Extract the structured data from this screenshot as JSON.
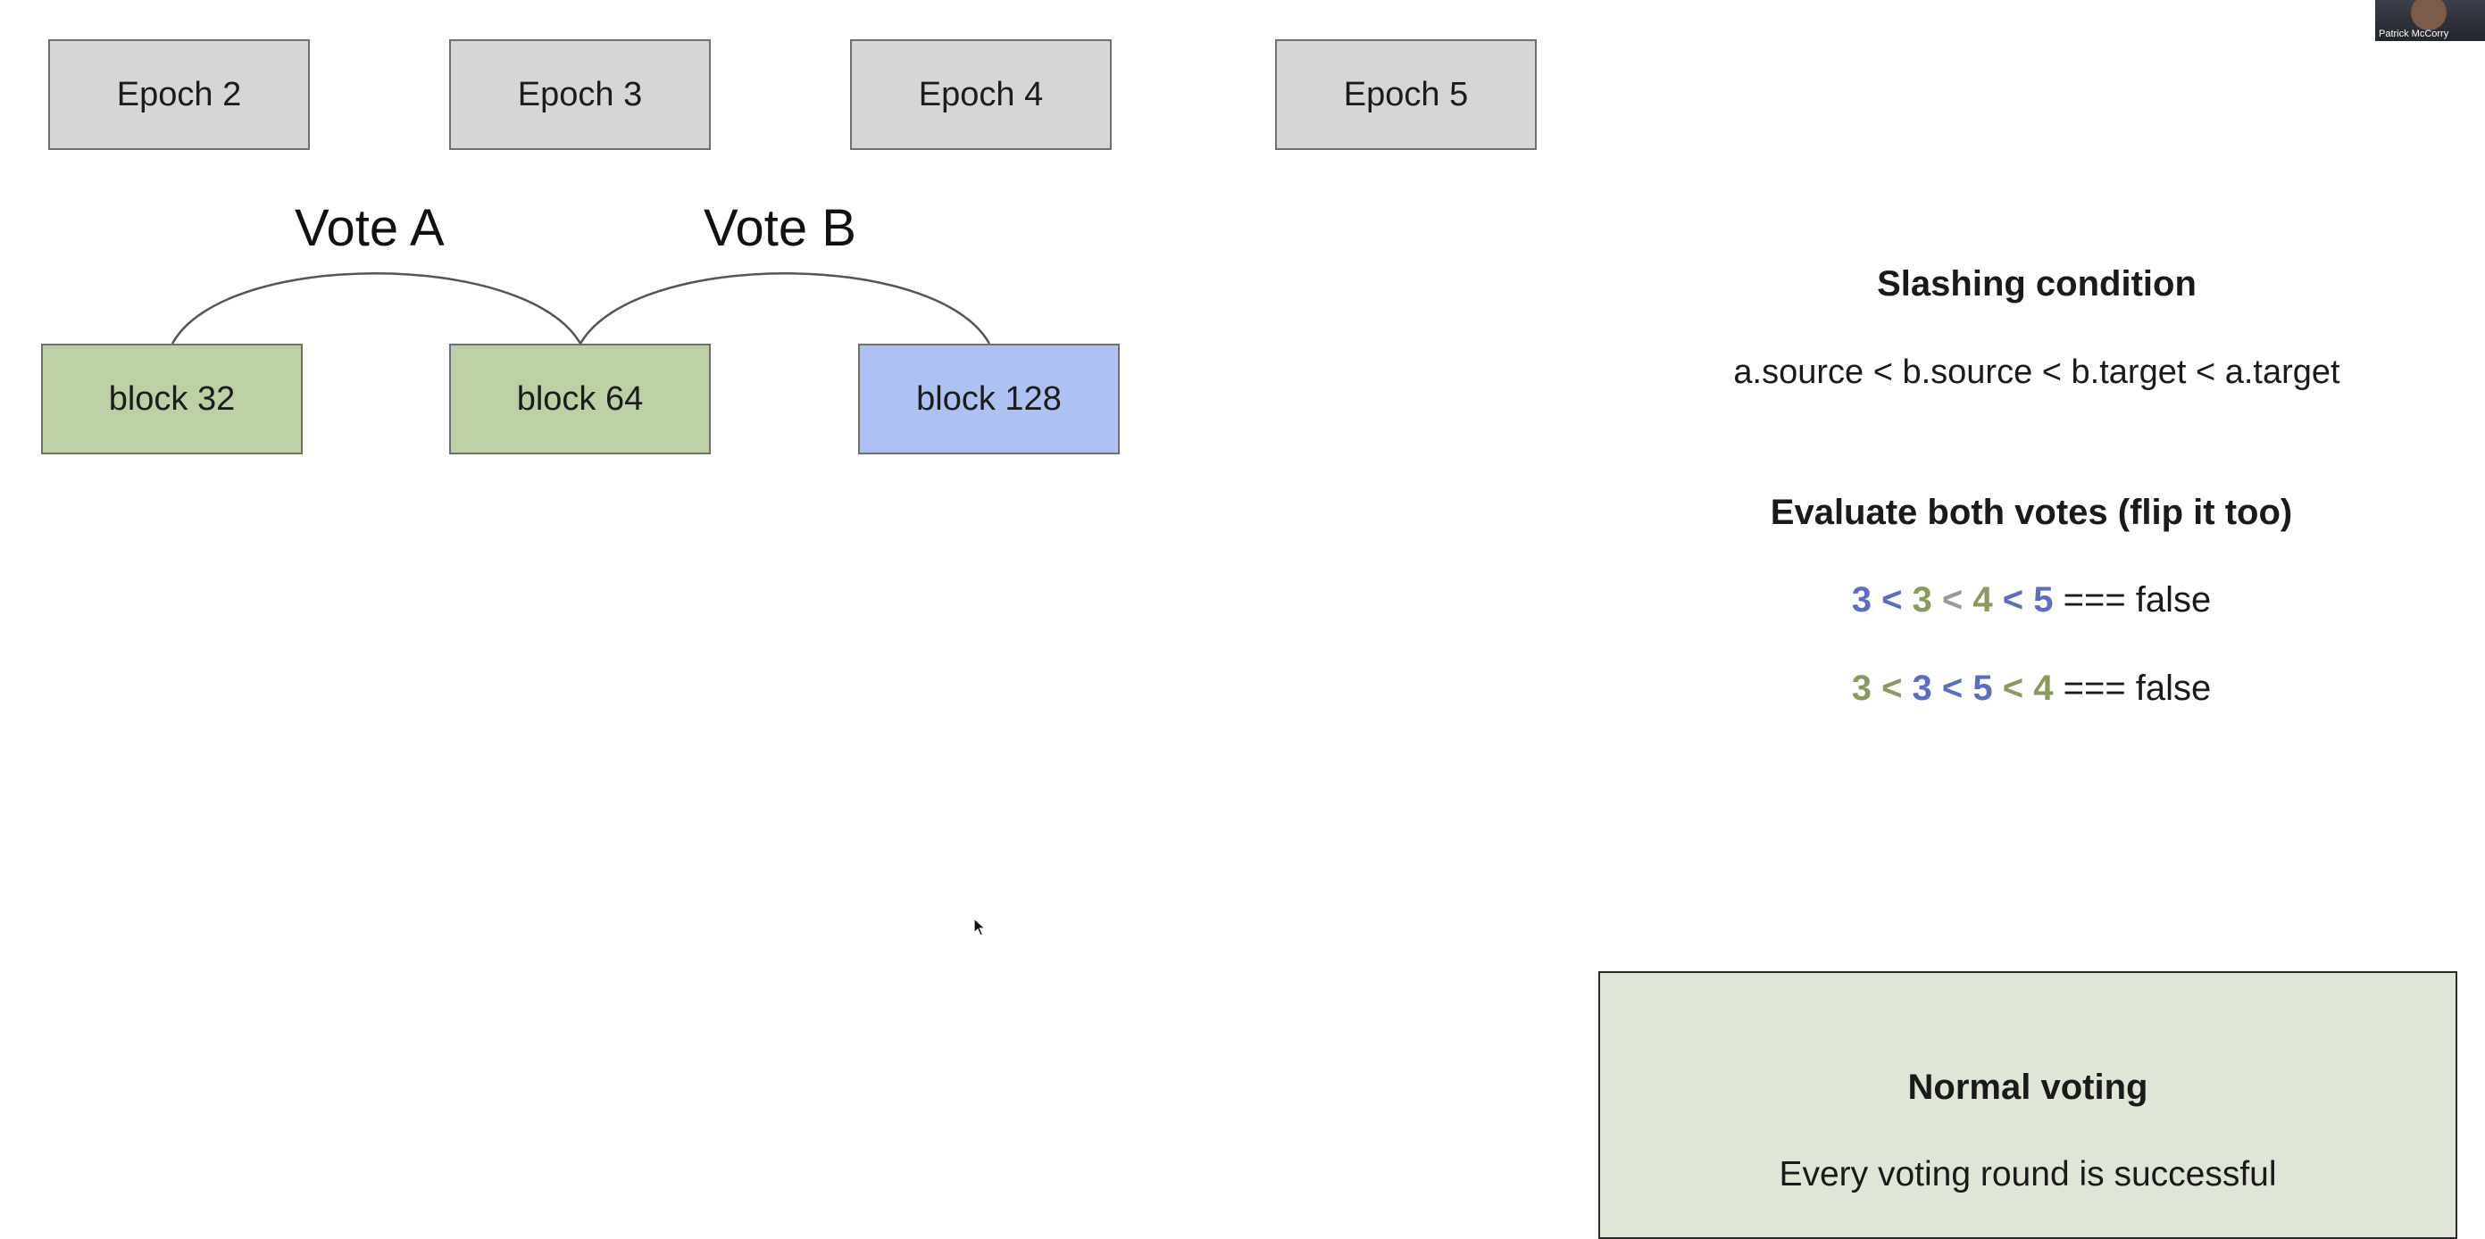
{
  "epochs": [
    "Epoch 2",
    "Epoch 3",
    "Epoch 4",
    "Epoch 5"
  ],
  "blocks": [
    "block 32",
    "block 64",
    "block 128"
  ],
  "votes": {
    "a": "Vote A",
    "b": "Vote B"
  },
  "slashing": {
    "title": "Slashing condition",
    "formula": "a.source < b.source < b.target < a.target"
  },
  "evaluate": {
    "title": "Evaluate both votes (flip it too)",
    "line1": {
      "n1": "3",
      "lt1": " < ",
      "n2": "3",
      "lt2": " < ",
      "n3": "4",
      "lt3": " < ",
      "n4": "5",
      "result": " === false"
    },
    "line2": {
      "n1": "3",
      "lt1": " < ",
      "n2": "3",
      "lt2": " < ",
      "n3": "5",
      "lt3": " < ",
      "n4": "4",
      "result": " === false"
    }
  },
  "normal_voting": {
    "title": "Normal voting",
    "description": "Every voting round is successful"
  },
  "webcam": {
    "name": "Patrick McCorry"
  },
  "colors": {
    "epoch_fill": "#d6d6d6",
    "finalized_block": "#bccfa5",
    "pending_block": "#aec1f3",
    "vote_a_numbers": "#5a6fbf",
    "vote_b_numbers": "#8a9a5f",
    "note_fill": "#dfe6d8"
  }
}
